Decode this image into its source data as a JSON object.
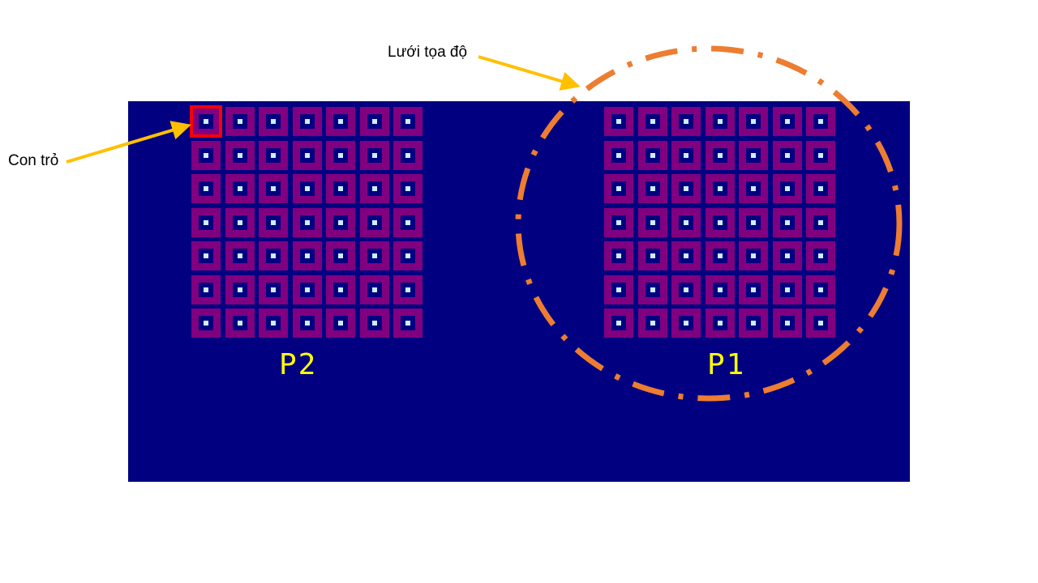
{
  "annotations": {
    "cursor_label": "Con trỏ",
    "grid_label": "Lưới tọa độ"
  },
  "boards": [
    {
      "label": "P2",
      "rows": 7,
      "cols": 7,
      "cursor": {
        "row": 0,
        "col": 0
      }
    },
    {
      "label": "P1",
      "rows": 7,
      "cols": 7
    }
  ],
  "colors": {
    "background": "#000080",
    "cell_frame": "#800080",
    "cell_dot": "#cdeeff",
    "cursor": "#ff0000",
    "label": "#ffff00",
    "arrow": "#ffc000",
    "highlight_circle": "#ed7d31"
  }
}
